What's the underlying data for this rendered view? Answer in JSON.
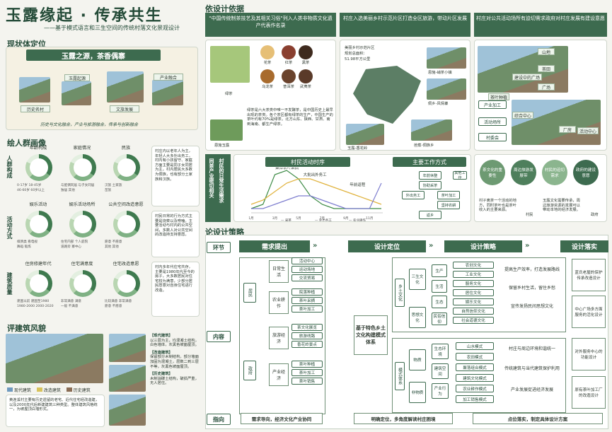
{
  "header": {
    "title": "玉露缘起 · 传承共生",
    "subtitle": "——基于模式语言和三生空间的传统村落文化景观设计"
  },
  "left": {
    "sec1": "现状体定位",
    "sec1_band": "玉露之源，茶香偶寨",
    "labels": [
      "玉露起源",
      "产业融合",
      "历史名村",
      "文旅发展"
    ],
    "bottom_text": "历史与文化融合，产业与旅游融合，传承与创新融合",
    "sec2": "绘人群画像",
    "groups": [
      "人群构成",
      "活动方式",
      "建筑质量"
    ],
    "charts": [
      [
        "年龄构成",
        "家庭情况",
        "民族"
      ],
      [
        "娱乐活动",
        "娱乐活动场所",
        "公共空间改造意愿"
      ],
      [
        "住房修建年代",
        "住宅满意度",
        "住宅改造意愿"
      ]
    ],
    "legend_rows": [
      [
        "0-17岁 18-45岁",
        "与配偶同居 与子女同居",
        "汉族 土家族",
        "46-60岁 60岁以上",
        "独居 其他",
        "苗族"
      ],
      [
        "棋牌类 看电视",
        "住宅内部 个人庭院",
        "愿意 不愿意",
        "舞蹈 锻炼",
        "道路旁 寨中心",
        "其他 其他"
      ],
      [
        "建国以前 建国至1980",
        "非常满意 满意",
        "比较满意 非常满意",
        "1980-2000 2000-2020",
        "一般 不满意",
        "愿意 不愿意"
      ]
    ],
    "notes": [
      "村庄内以老年人为主，年轻人大多外出务工，村内有小孩留守、家庭方面主要是同子女同居为主，村内居民大多数为侗族，也有部分土家族和汉族。",
      "村民日常的行为方式主要是烧菜以及唠嗑。主要活动与村内的公共空间，多数人对公共空间的改造持支持意愿。",
      "村内多年代住宅共存，主要是1980年代至今的房子，大多数居民对住宅较为满意，少部分居民愿意对自身住宅进行改造。"
    ],
    "sec3": "评建筑风貌",
    "build_legend": [
      "现代建筑",
      "改造建筑",
      "历史建筑"
    ],
    "build_text": "黄连溪村主要有历史遗留的老宅、近代住宅经改造建，以及2000年代后新建建筑三种类型。整体建筑风格统一，为坡屋顶白墙形式。",
    "build_notes": [
      [
        "【现代建筑】",
        "以三层为主，均混凝土结构，白色墙体，灰黑色坡面屋顶。"
      ],
      [
        "【改造建筑】",
        "保留部分木制结构，部分墙面加固为混凝土，层数二到三层不等，灰黑色坡面屋顶。"
      ],
      [
        "【历史建筑】",
        "木制油碟土结构，破损严重，无人居住。"
      ]
    ]
  },
  "right": {
    "sec1": "依设计依据",
    "heads": [
      "\"中国传统制茶技艺及其相关习俗\"列入人类非物质文化遗产代表作名录",
      "村庄入选美丽乡村示范片区打造全区旅游，带动片区发展",
      "村庄对公共活动场所有迫切需求政府对村庄发展有建设意愿"
    ],
    "teas": [
      "绿茶",
      "花茶",
      "红茶",
      "黑茶",
      "乌龙茶",
      "普洱茶",
      "武夷茶",
      "恩施玉露"
    ],
    "tea_text": "绿茶是六大茶类中唯一不发酵茶，是中国历史上最早出现的茶类。各个茶区都有绿茶的生产，中国生产的茶叶约有70%是绿茶。北方山东、陕西、甘肃、南到海南、都生产绿茶。",
    "map_text": [
      "美丽乡村示范片区",
      "规划总面积：",
      "51.98平方公里"
    ],
    "map_labels": [
      "恩施-峭茶小镇",
      "侗乡-风情寨",
      "玉露-香花岭",
      "芭蕉-侗族乡"
    ],
    "village_labels": [
      "山地",
      "茶田",
      "广场",
      "建设中的广场",
      "茶叶种植",
      "综合中心",
      "厂房",
      "活动中心"
    ],
    "links": [
      "产业加工",
      "活动场所",
      "村委会"
    ],
    "sidebar": "村民的日常生活需求",
    "sidebar2": "同茶产业密切相关",
    "chart_title": "村民活动时序",
    "chart_labels": [
      "集体茶叶采摘",
      "大批出外务工",
      "年前返程"
    ],
    "work_title": "主要工作方式",
    "work": [
      "年前休整",
      "协助采茶",
      "外出务工",
      "茶叶加工",
      "坚持农耕",
      "返乡",
      "其他工作"
    ],
    "circles": [
      "茶文化的重要性",
      "周边旅游发展带",
      "村民的迫切需求",
      "政府的建设意愿"
    ],
    "circle_notes": [
      "村子离茶一个活动的地方，同时茶叶也是茶叶收入的主要来源。",
      "玉露文化需要传承，周边旅游资源的发展可以带动本地的经济发展。"
    ],
    "circle_icons": [
      "村民",
      "政府"
    ],
    "sec2": "论设计策略",
    "flow": [
      "需求提出",
      "设计定位",
      "设计策略",
      "设计落实"
    ],
    "env": "环节",
    "content": "内容",
    "guide": "指向",
    "residents": "居民",
    "gov": "政府",
    "needs": [
      "日常生活",
      "农业耕作",
      "旅游经济",
      "产业经济"
    ],
    "need_items": [
      [
        "活动中心",
        "运动场地",
        "交流贸易"
      ],
      [
        "院落种植",
        "茶叶采摘",
        "茶叶加工"
      ],
      [
        "茶文化展览",
        "旅游线路",
        "香花岭景点"
      ],
      [
        "茶叶种植",
        "茶叶加工",
        "茶叶销售"
      ]
    ],
    "position": "基于特色乡土文化构建模式体系",
    "system1": "乡土文化",
    "s1_groups": [
      "三生文化",
      "思想文化"
    ],
    "s1_items": [
      "生产",
      "生活",
      "生态",
      "民俗信仰"
    ],
    "s1_tags": [
      "农创文化",
      "工业文化",
      "服务文化",
      "居住文化",
      "娱乐文化",
      "自然信仰文化",
      "社会道德文化"
    ],
    "s1_goals": [
      "提高生产效率，打造发展路线",
      "保留乡村生活，留住乡愁",
      "宣传发扬民间思想文化"
    ],
    "system2": "模式体系",
    "s2_groups": [
      "物质",
      "非物质"
    ],
    "s2_items": [
      "生态环境",
      "建筑空间",
      "产业行为"
    ],
    "s2_tags": [
      "山水模式",
      "农田模式",
      "聚落组合模式",
      "建筑文化模式",
      "农业耕作模式",
      "加工销售模式"
    ],
    "s2_goals": [
      "村庄与周边环境和谐统一",
      "传统建筑与当代建筑保护利用",
      "产业发展促进经济发展"
    ],
    "results": [
      "蓝氏老屋的保护传承改造设计",
      "中心广场多方面服务的活化设计",
      "对外服务中心的功能设计",
      "原有茶叶加工厂的改造设计"
    ],
    "guide_items": [
      "需求导向，经济文化产业协同",
      "明确定位，多角度解读村庄困境",
      "点位落实，制定具体设计方案"
    ]
  },
  "line_chart": {
    "type": "line",
    "x": [
      "1月",
      "2月",
      "3月",
      "4月",
      "5月",
      "6月",
      "7月",
      "8月",
      "9月",
      "10月",
      "11月",
      "12月"
    ],
    "series": [
      {
        "name": "采茶",
        "values": [
          1,
          2,
          9,
          10,
          8,
          4,
          2,
          1,
          1,
          1,
          1,
          1
        ]
      },
      {
        "name": "外出务工",
        "values": [
          2,
          3,
          5,
          7,
          8,
          8,
          7,
          6,
          5,
          4,
          3,
          2
        ]
      },
      {
        "name": "农业耕作",
        "values": [
          1,
          1,
          2,
          3,
          4,
          4,
          3,
          2,
          1,
          1,
          1,
          7
        ]
      }
    ],
    "ylim": [
      0,
      10
    ]
  },
  "colors": {
    "primary": "#244b38",
    "accent": "#3d6b4f",
    "light": "#e3efe0"
  }
}
